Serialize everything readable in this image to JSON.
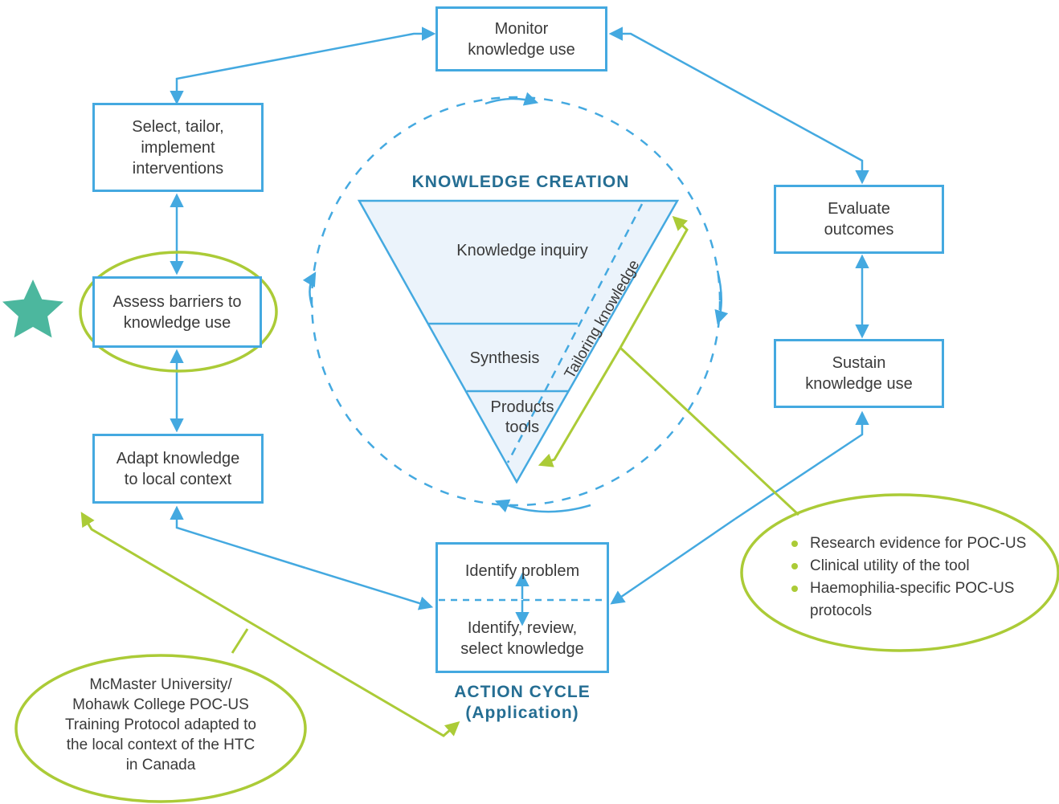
{
  "figure": {
    "title": "Knowledge-to-Action framework diagram"
  },
  "colors": {
    "blue": "#44a9e0",
    "green": "#abcb37",
    "teal_heading": "#256e93",
    "star_teal": "#4cb79e",
    "funnel_fill": "#ebf3fb",
    "text": "#3a3a3a"
  },
  "boxes": {
    "monitor": {
      "label": "Monitor\nknowledge use"
    },
    "select": {
      "label": "Select, tailor,\nimplement\ninterventions"
    },
    "assess": {
      "label": "Assess barriers to\nknowledge use"
    },
    "adapt": {
      "label": "Adapt knowledge\nto local context"
    },
    "evaluate": {
      "label": "Evaluate\noutcomes"
    },
    "sustain": {
      "label": "Sustain\nknowledge use"
    },
    "identify_problem": {
      "label": "Identify problem"
    },
    "identify_knowledge": {
      "label": "Identify, review,\nselect knowledge"
    }
  },
  "funnel": {
    "title": "KNOWLEDGE CREATION",
    "sections": [
      "Knowledge inquiry",
      "Synthesis",
      "Products\ntools"
    ],
    "side_label": "Tailoring knowledge"
  },
  "action_cycle": {
    "line1": "ACTION CYCLE",
    "line2": "(Application)"
  },
  "callouts": {
    "protocol_note": {
      "text": "McMaster University/\nMohawk College POC-US\nTraining Protocol adapted to\nthe local context of the HTC\nin Canada"
    },
    "evidence_list": {
      "items": [
        "Research evidence for POC-US",
        "Clinical utility of the tool",
        "Haemophilia-specific POC-US\nprotocols"
      ]
    }
  }
}
